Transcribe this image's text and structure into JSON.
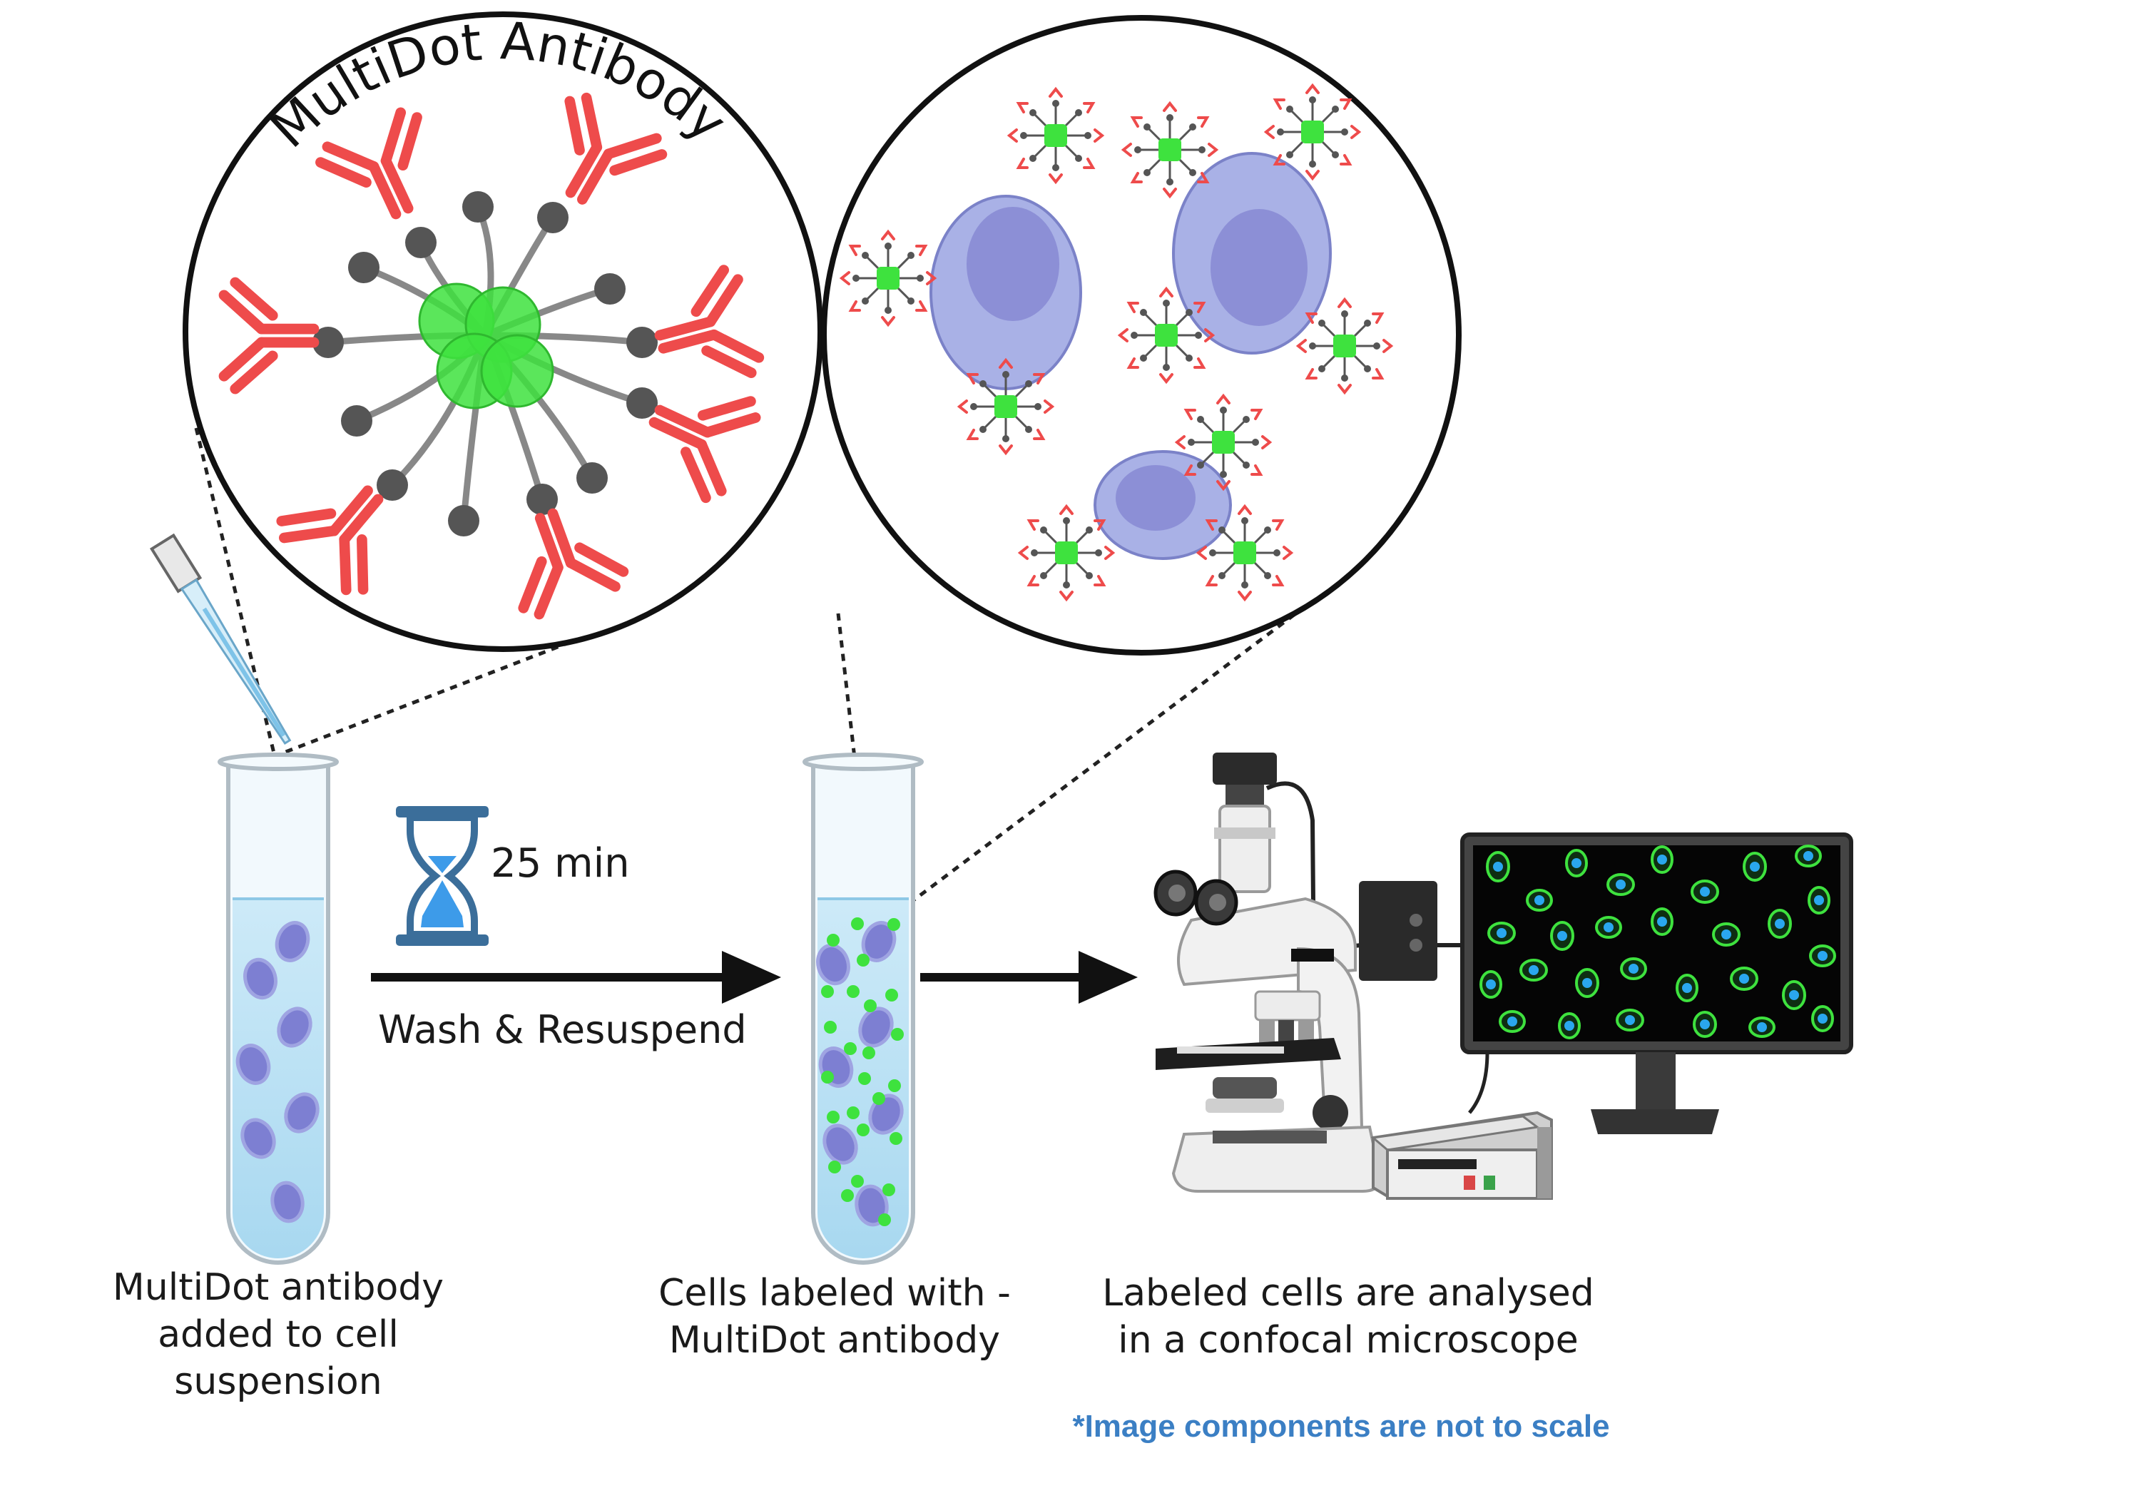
{
  "title_arc": "MultiDot Antibody",
  "timer": "25 min",
  "step_label": "Wash & Resuspend",
  "captions": {
    "step1": "MultiDot antibody\nadded to cell\nsuspension",
    "step2": "Cells labeled with -\nMultiDot antibody",
    "step3": "Labeled cells are analysed\nin a confocal microscope"
  },
  "note": "*Image components are not to scale",
  "colors": {
    "dot_green": "#3ee23e",
    "antibody_red": "#ee4b4b",
    "linker_gray": "#555555",
    "cell_body": "#a9b1e6",
    "cell_nucleus": "#8c8fd6",
    "liquid": "#bfe3f5",
    "note_blue": "#3b7fc4"
  },
  "icons": [
    "pipette-icon",
    "hourglass-icon",
    "microscope-icon",
    "monitor-icon",
    "controller-box-icon"
  ]
}
